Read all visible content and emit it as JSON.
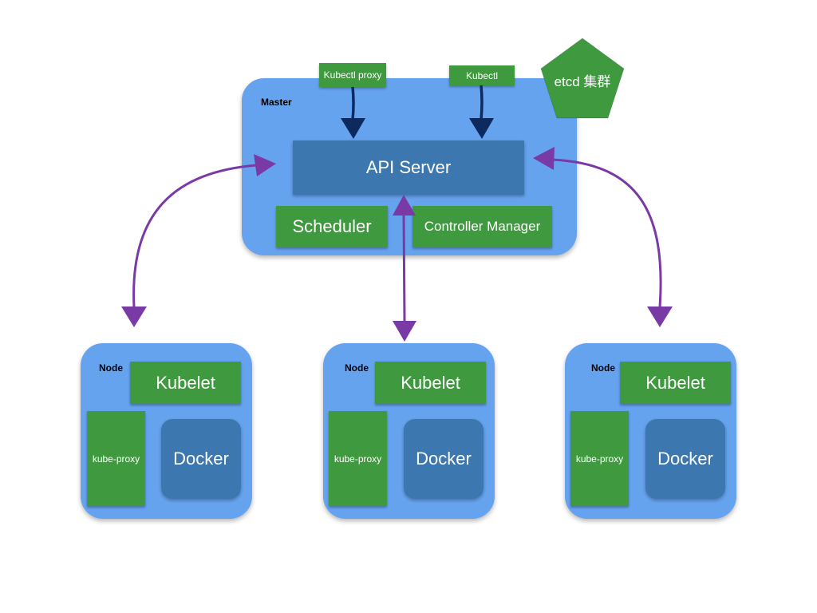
{
  "master": {
    "label": "Master",
    "api_server": "API Server",
    "scheduler": "Scheduler",
    "controller_manager": "Controller Manager"
  },
  "clients": {
    "kubectl_proxy": "Kubectl proxy",
    "kubectl": "Kubectl"
  },
  "etcd": "etcd 集群",
  "nodes": [
    {
      "label": "Node",
      "kubelet": "Kubelet",
      "kube_proxy": "kube-proxy",
      "docker": "Docker"
    },
    {
      "label": "Node",
      "kubelet": "Kubelet",
      "kube_proxy": "kube-proxy",
      "docker": "Docker"
    },
    {
      "label": "Node",
      "kubelet": "Kubelet",
      "kube_proxy": "kube-proxy",
      "docker": "Docker"
    }
  ],
  "colors": {
    "panel": "#66a3ef",
    "component_green": "#3f9a3f",
    "component_blue": "#3d77b0",
    "arrow_purple": "#7a3aa6",
    "arrow_navy": "#0d2a5e"
  }
}
